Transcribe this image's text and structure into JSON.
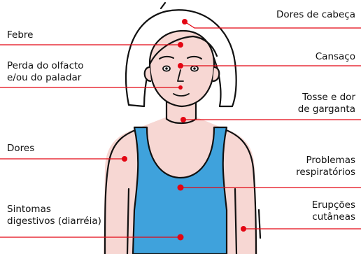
{
  "figure": {
    "accent_color": "#e30613",
    "skin_color": "#f7d7d3",
    "tank_top_color": "#3fa2dc",
    "outline_color": "#111111"
  },
  "labels": {
    "headache": "Dores de cabeça",
    "fever": "Febre",
    "fatigue": "Cansaço",
    "smell_taste_line1": "Perda do olfacto",
    "smell_taste_line2": "e/ou do paladar",
    "throat_line1": "Tosse e dor",
    "throat_line2": "de garganta",
    "pains": "Dores",
    "breathing_line1": "Problemas",
    "breathing_line2": "respiratórios",
    "digestive_line1": "Sintomas",
    "digestive_line2": "digestivos (diarréia)",
    "skin_line1": "Erupções",
    "skin_line2": "cutâneas"
  }
}
